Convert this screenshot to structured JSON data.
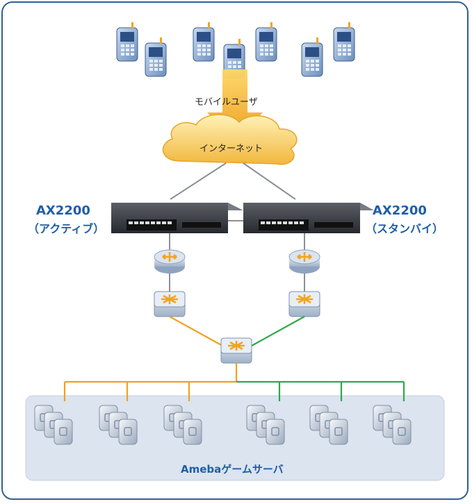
{
  "labels": {
    "mobile_users": "モバイルユーザ",
    "internet": "インターネット",
    "ax_active_name": "AX2200",
    "ax_active_role": "（アクティブ）",
    "ax_standby_name": "AX2200",
    "ax_standby_role": "（スタンバイ）",
    "server_group": "Amebaゲームサーバ"
  },
  "colors": {
    "frame_border": "#2f5f96",
    "label_blue": "#1f5ea8",
    "active_path": "#f2a01e",
    "standby_path": "#2ea84a",
    "cloud_fill": "#f7cf63",
    "server_panel": "#dbe4ef"
  },
  "icons": {
    "phone": "mobile-phone-icon",
    "cloud": "cloud-icon",
    "appliance": "load-balancer-icon",
    "router": "router-icon",
    "switch": "switch-icon",
    "server": "server-icon"
  }
}
